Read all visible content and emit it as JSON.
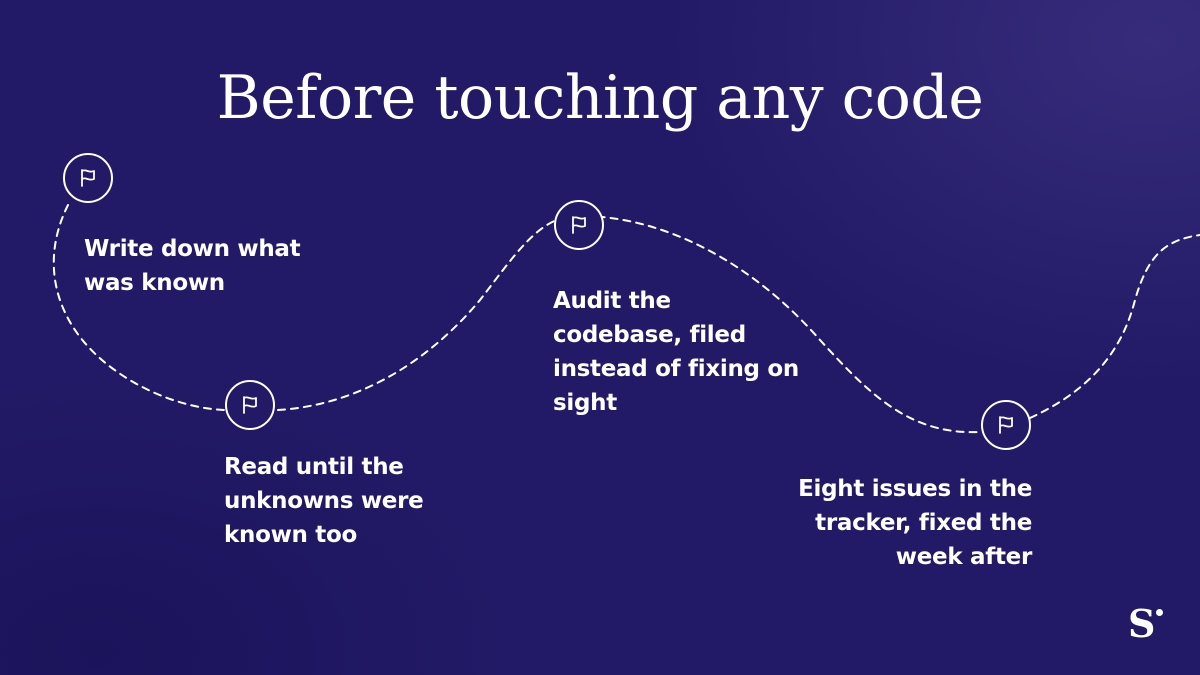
{
  "title": "Before touching any code",
  "steps": [
    {
      "icon": "flag-icon",
      "label_lines": [
        "Write down what",
        "was known"
      ]
    },
    {
      "icon": "flag-icon",
      "label_lines": [
        "Read until the",
        "unknowns were",
        "known too"
      ]
    },
    {
      "icon": "flag-icon",
      "label_lines": [
        "Audit the",
        "codebase, filed",
        "instead of fixing on",
        "sight"
      ]
    },
    {
      "icon": "flag-icon",
      "label_lines": [
        "Eight issues in the",
        "tracker, fixed the",
        "week after"
      ]
    }
  ],
  "logo": {
    "letter": "S",
    "icon": "brand-logo-icon"
  },
  "colors": {
    "background": "#221a66",
    "foreground": "#ffffff"
  }
}
